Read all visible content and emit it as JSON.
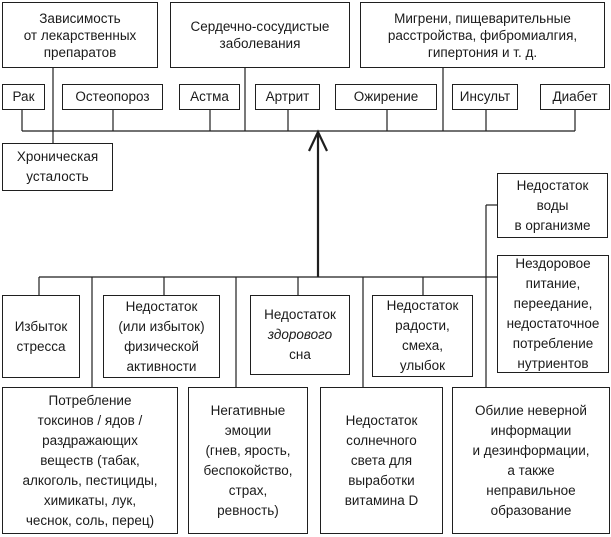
{
  "nodes": {
    "drug_dependence": {
      "label": "Зависимость\nот лекарственных\nпрепаратов"
    },
    "cardiovascular": {
      "label": "Сердечно-сосудистые\nзаболевания"
    },
    "migraines": {
      "label": "Мигрени, пищеварительные\nрасстройства, фибромиалгия,\nгипертония и т. д."
    },
    "cancer": {
      "label": "Рак"
    },
    "osteoporosis": {
      "label": "Остеопороз"
    },
    "asthma": {
      "label": "Астма"
    },
    "arthritis": {
      "label": "Артрит"
    },
    "obesity": {
      "label": "Ожирение"
    },
    "stroke": {
      "label": "Инсульт"
    },
    "diabetes": {
      "label": "Диабет"
    },
    "chronic_fatigue": {
      "label": "Хроническая\nусталость"
    },
    "water_deficiency": {
      "label": "Недостаток\nводы\nв организме"
    },
    "unhealthy_eating": {
      "label": "Нездоровое\nпитание,\nпереедание,\nнедостаточное\nпотребление\nнутриентов"
    },
    "excess_stress": {
      "label": "Избыток\nстресса"
    },
    "physical_activity": {
      "label": "Недостаток\n(или избыток)\nфизической\nактивности"
    },
    "sleep_deficiency": {
      "line1": "Недостаток",
      "line2_italic": "здорового",
      "line3": "сна"
    },
    "joy_deficiency": {
      "label": "Недостаток\nрадости,\nсмеха,\nулыбок"
    },
    "toxins": {
      "label": "Потребление\nтоксинов / ядов /\nраздражающих\nвеществ (табак,\nалкоголь, пестициды,\nхимикаты, лук,\nчеснок, соль, перец)"
    },
    "negative_emotions": {
      "label": "Негативные\nэмоции\n(гнев, ярость,\nбеспокойство,\nстрах,\nревность)"
    },
    "sunlight_deficiency": {
      "label": "Недостаток\nсолнечного\nсвета для\nвыработки\nвитамина D"
    },
    "misinformation": {
      "label": "Обилие неверной\nинформации\nи дезинформации,\nа также\nнеправильное\nобразование"
    }
  },
  "colors": {
    "line": "#1f1f1f",
    "text": "#1a1a1a",
    "background": "#ffffff"
  }
}
